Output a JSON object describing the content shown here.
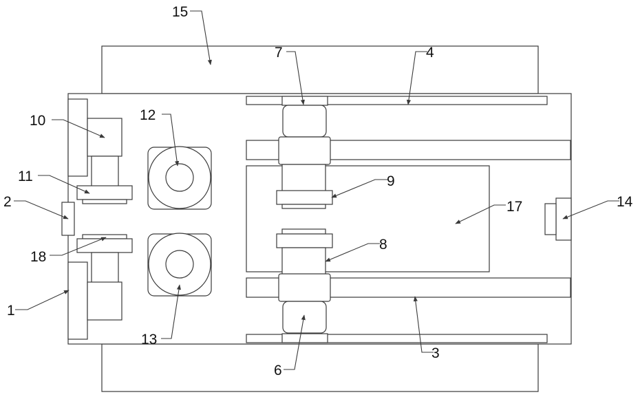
{
  "labels": {
    "l1": "1",
    "l2": "2",
    "l3": "3",
    "l4": "4",
    "l6": "6",
    "l7": "7",
    "l8": "8",
    "l9": "9",
    "l10": "10",
    "l11": "11",
    "l12": "12",
    "l13": "13",
    "l14": "14",
    "l15": "15",
    "l17": "17",
    "l18": "18"
  },
  "colors": {
    "stroke": "#3a3a3a",
    "fill": "#ffffff",
    "text": "#111111"
  }
}
